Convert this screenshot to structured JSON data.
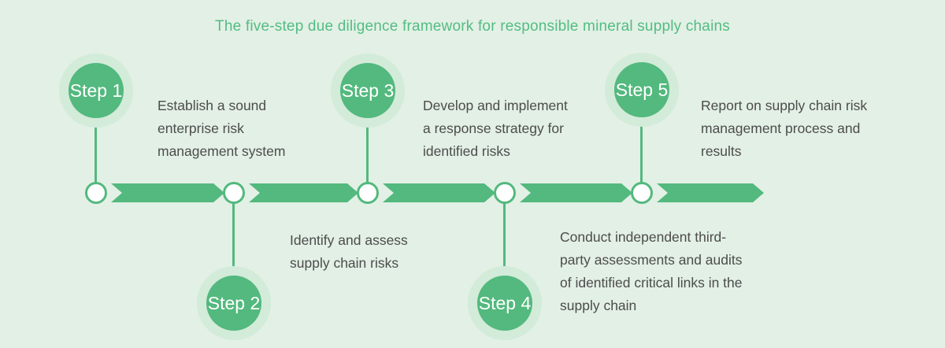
{
  "title": "The five-step due diligence framework for responsible mineral supply chains",
  "colors": {
    "background": "#e3f0e5",
    "accent_green": "#53b97e",
    "title_green": "#52bd83",
    "halo_green": "#d3ebd9",
    "text_dark": "#4c4c4c",
    "step_text": "#ffffff"
  },
  "steps": [
    {
      "label": "Step 1",
      "description": "Establish a sound\nenterprise risk\nmanagement system"
    },
    {
      "label": "Step 2",
      "description": "Identify and assess\nsupply chain risks"
    },
    {
      "label": "Step 3",
      "description": "Develop and implement\na response strategy for\nidentified risks"
    },
    {
      "label": "Step 4",
      "description": "Conduct independent third-\nparty assessments and audits\nof identified critical links in the\nsupply chain"
    },
    {
      "label": "Step 5",
      "description": "Report on supply chain risk\nmanagement process and\nresults"
    }
  ]
}
